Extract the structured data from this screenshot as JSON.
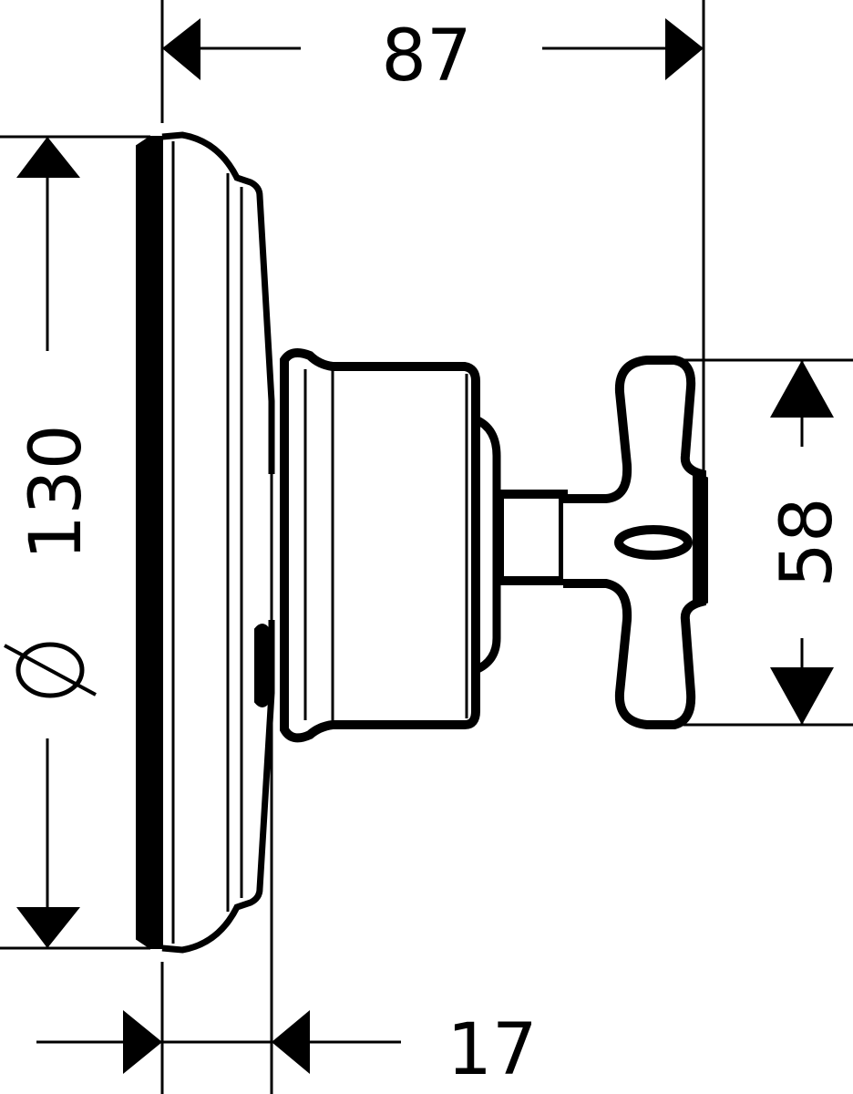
{
  "drawing": {
    "type": "technical dimension drawing",
    "subject": "concealed valve trim with cross handle, side view",
    "line_color": "#000000",
    "background": "#ffffff"
  },
  "dimensions": {
    "overall_depth": {
      "value": "87",
      "orientation": "horizontal",
      "position": "top"
    },
    "plate_diameter": {
      "symbol": "⌀",
      "value": "130",
      "label": "⌀ 130",
      "orientation": "vertical",
      "position": "left"
    },
    "handle_height": {
      "value": "58",
      "orientation": "vertical",
      "position": "right"
    },
    "plate_depth": {
      "value": "17",
      "orientation": "horizontal",
      "position": "bottom"
    }
  }
}
